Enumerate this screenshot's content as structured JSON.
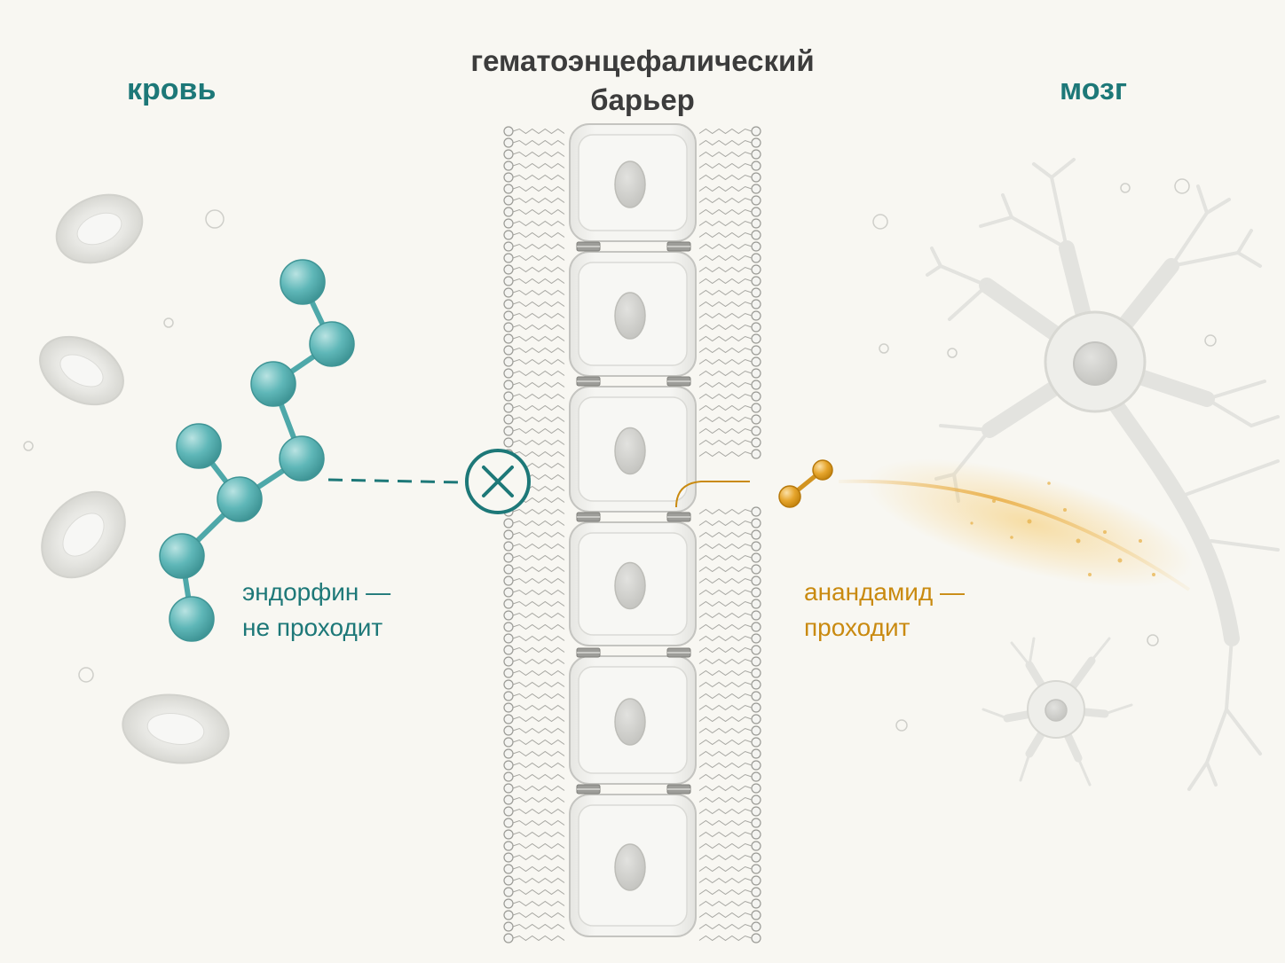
{
  "labels": {
    "blood": "кровь",
    "brain": "мозг",
    "barrier_line1": "гематоэнцефалический",
    "barrier_line2": "барьер",
    "endorphin_line1": "эндорфин —",
    "endorphin_line2": "не проходит",
    "anandamide_line1": "анандамид —",
    "anandamide_line2": "проходит"
  },
  "icons": {
    "blocked": "circle-x-icon"
  },
  "colors": {
    "background": "#f8f7f2",
    "teal": "#1d7878",
    "teal_atom": "#5fb7b8",
    "orange": "#c98a10",
    "orange_atom": "#e6a52c",
    "cell_fill": "#efefec",
    "cell_stroke": "#c4c4c0",
    "neuron": "#e7e7e3"
  }
}
